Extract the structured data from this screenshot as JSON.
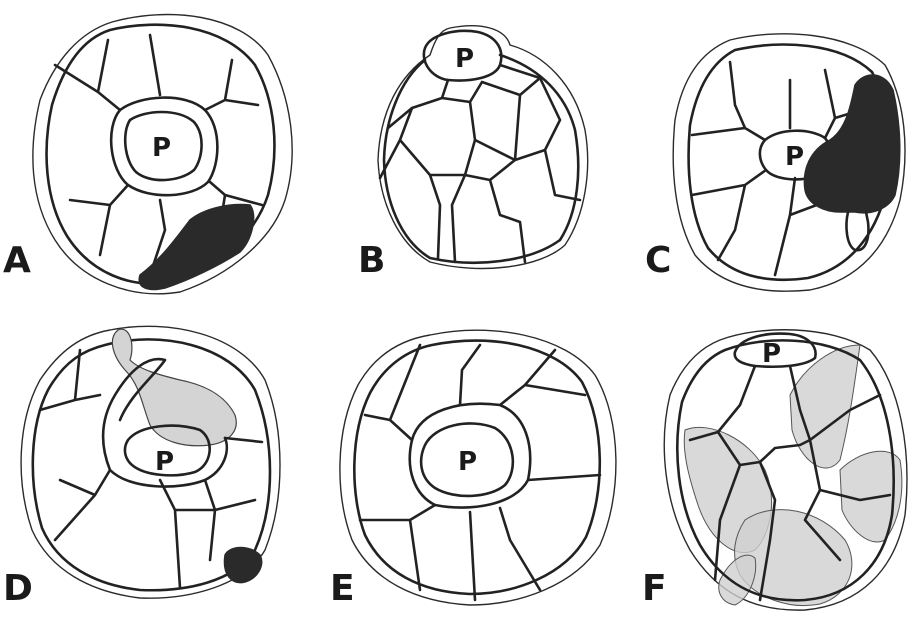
{
  "panels": [
    {
      "id": "A",
      "letter": "A",
      "plate_label": "P"
    },
    {
      "id": "B",
      "letter": "B",
      "plate_label": "P"
    },
    {
      "id": "C",
      "letter": "C",
      "plate_label": "P"
    },
    {
      "id": "D",
      "letter": "D",
      "plate_label": "P"
    },
    {
      "id": "E",
      "letter": "E",
      "plate_label": "P"
    },
    {
      "id": "F",
      "letter": "F",
      "plate_label": "P"
    }
  ]
}
